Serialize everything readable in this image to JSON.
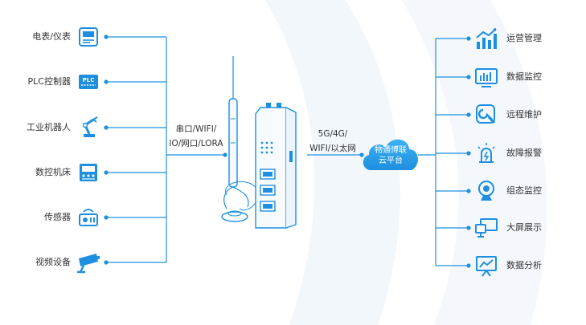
{
  "left_devices": [
    {
      "label": "电表/仪表",
      "icon": "meter-icon"
    },
    {
      "label": "PLC控制器",
      "icon": "plc-icon",
      "icon_text": "PLC"
    },
    {
      "label": "工业机器人",
      "icon": "robot-arm-icon"
    },
    {
      "label": "数控机床",
      "icon": "cnc-machine-icon"
    },
    {
      "label": "传感器",
      "icon": "sensor-icon"
    },
    {
      "label": "视频设备",
      "icon": "camera-icon"
    }
  ],
  "interface_label": {
    "line1": "串口/WIFI/",
    "line2": "IO/网口/LORA"
  },
  "network_label": {
    "line1": "5G/4G/",
    "line2": "WIFI/以太网"
  },
  "cloud": {
    "line1": "物通博联",
    "line2": "云平台"
  },
  "right_services": [
    {
      "label": "运营管理",
      "icon": "bar-chart-icon"
    },
    {
      "label": "数据监控",
      "icon": "monitor-chart-icon"
    },
    {
      "label": "远程维护",
      "icon": "wrench-icon"
    },
    {
      "label": "故障报警",
      "icon": "alarm-icon"
    },
    {
      "label": "组态监控",
      "icon": "webcam-icon"
    },
    {
      "label": "大屏展示",
      "icon": "big-screen-icon"
    },
    {
      "label": "数据分析",
      "icon": "line-chart-board-icon"
    }
  ],
  "colors": {
    "accent": "#1e8fe0",
    "line": "#1e8fe0",
    "cloud": "#2aa2ec",
    "swoosh": "#f1f6fb"
  }
}
